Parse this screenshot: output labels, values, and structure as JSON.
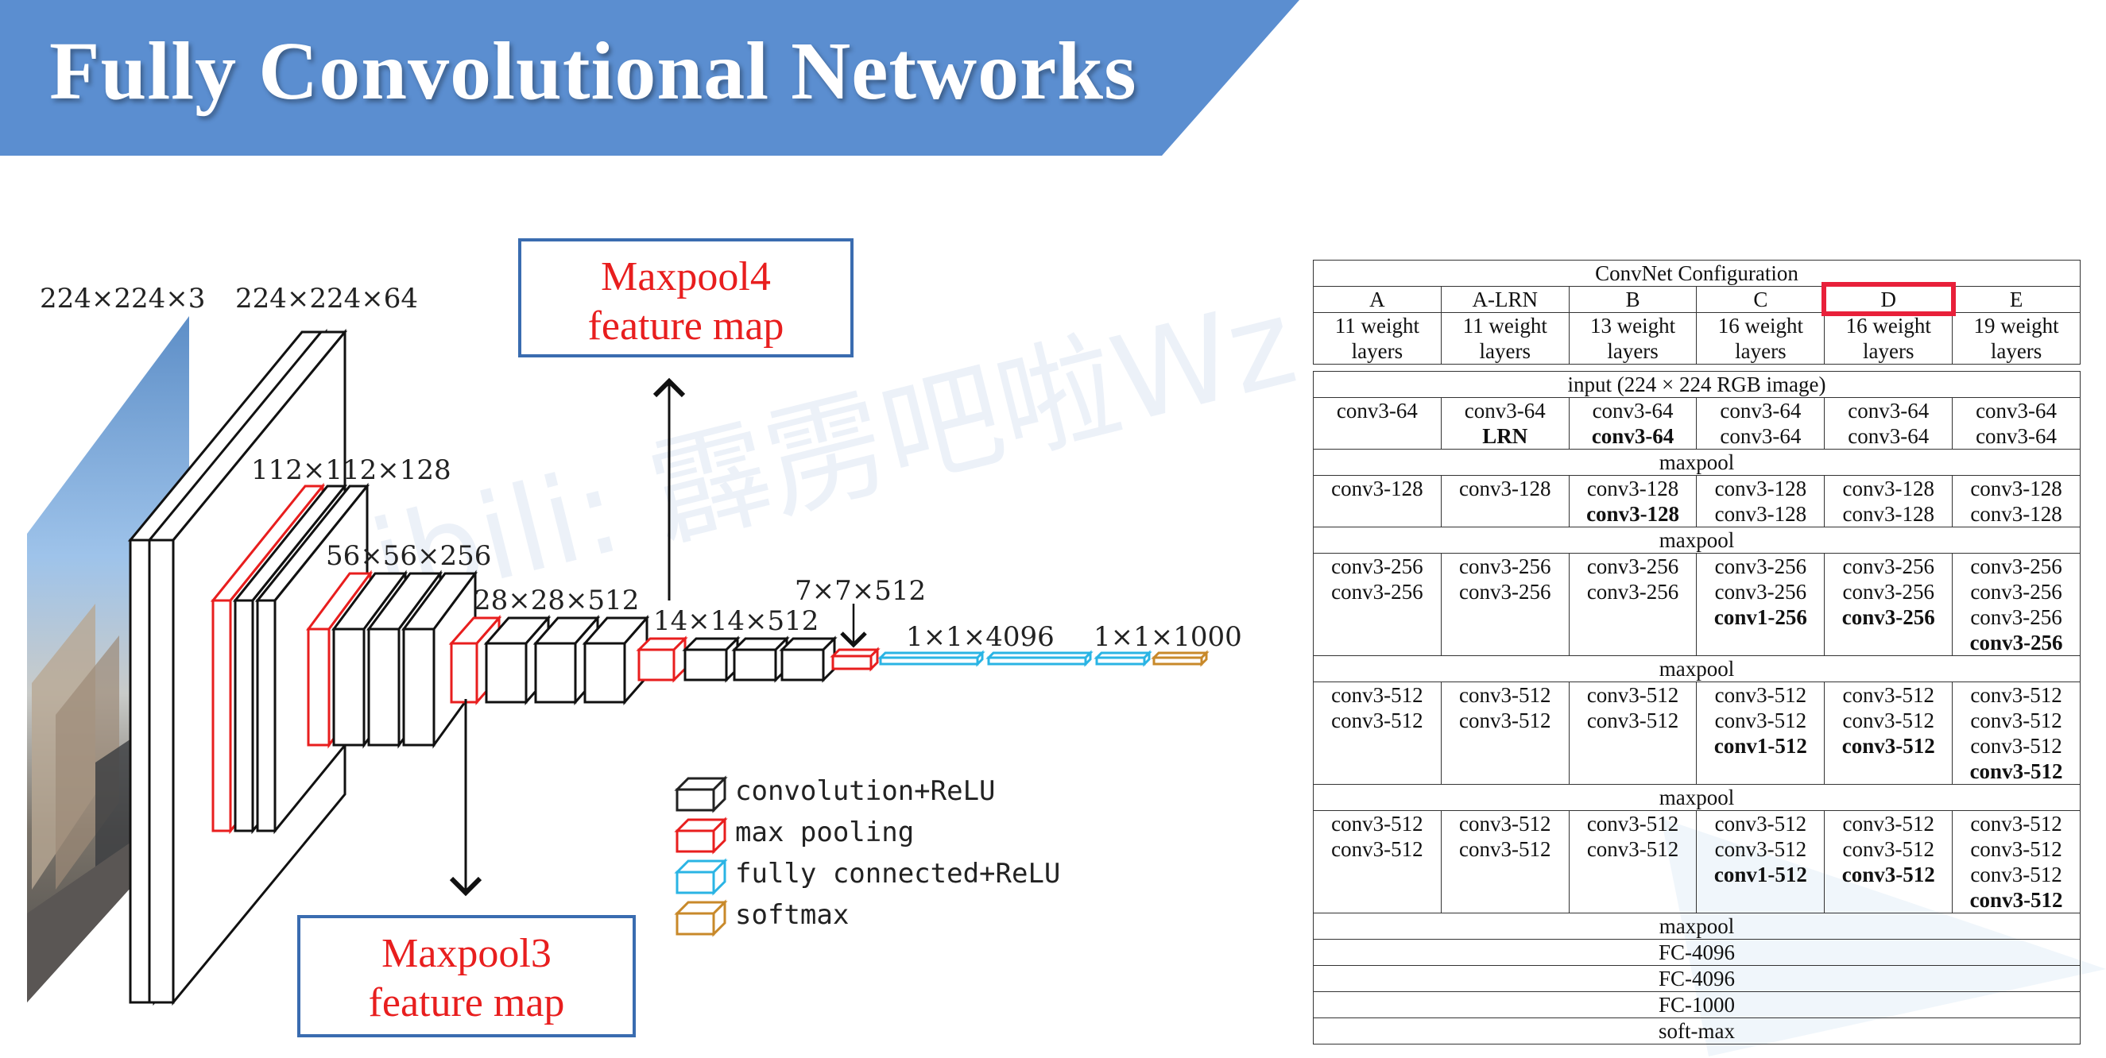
{
  "slide": {
    "title": "Fully Convolutional Networks",
    "accent_color": "#5b8ed0",
    "watermark": "bilibili: 霹雳吧啦Wz"
  },
  "diagram": {
    "dims": {
      "input": "224×224×3",
      "conv1": "224×224×64",
      "conv2": "112×112×128",
      "conv3": "56×56×256",
      "conv4": "28×28×512",
      "conv5": "14×14×512",
      "pool5": "7×7×512",
      "fc": "1×1×4096",
      "softmax": "1×1×1000"
    },
    "callouts": {
      "maxpool4_line1": "Maxpool4",
      "maxpool4_line2": "feature map",
      "maxpool3_line1": "Maxpool3",
      "maxpool3_line2": "feature map"
    },
    "legend": [
      {
        "label": "convolution+ReLU",
        "color": "#222222"
      },
      {
        "label": "max pooling",
        "color": "#e81e1e"
      },
      {
        "label": "fully connected+ReLU",
        "color": "#2ab4e4"
      },
      {
        "label": "softmax",
        "color": "#c8892a"
      }
    ]
  },
  "table": {
    "caption": "ConvNet Configuration",
    "columns": [
      "A",
      "A-LRN",
      "B",
      "C",
      "D",
      "E"
    ],
    "highlighted_column": "D",
    "highlight_color": "#e8203a",
    "depth_line1": [
      "11 weight",
      "11 weight",
      "13 weight",
      "16 weight",
      "16 weight",
      "19 weight"
    ],
    "depth_line2": [
      "layers",
      "layers",
      "layers",
      "layers",
      "layers",
      "layers"
    ],
    "input_row": "input (224 × 224 RGB image)",
    "block1": [
      [
        "conv3-64"
      ],
      [
        "conv3-64",
        "LRN"
      ],
      [
        "conv3-64",
        "conv3-64"
      ],
      [
        "conv3-64",
        "conv3-64"
      ],
      [
        "conv3-64",
        "conv3-64"
      ],
      [
        "conv3-64",
        "conv3-64"
      ]
    ],
    "block1_bold": [
      [],
      [
        1
      ],
      [
        1
      ],
      [],
      [],
      []
    ],
    "pool1": "maxpool",
    "block2": [
      [
        "conv3-128"
      ],
      [
        "conv3-128"
      ],
      [
        "conv3-128",
        "conv3-128"
      ],
      [
        "conv3-128",
        "conv3-128"
      ],
      [
        "conv3-128",
        "conv3-128"
      ],
      [
        "conv3-128",
        "conv3-128"
      ]
    ],
    "block2_bold": [
      [],
      [],
      [
        1
      ],
      [],
      [],
      []
    ],
    "pool2": "maxpool",
    "block3": [
      [
        "conv3-256",
        "conv3-256"
      ],
      [
        "conv3-256",
        "conv3-256"
      ],
      [
        "conv3-256",
        "conv3-256"
      ],
      [
        "conv3-256",
        "conv3-256",
        "conv1-256"
      ],
      [
        "conv3-256",
        "conv3-256",
        "conv3-256"
      ],
      [
        "conv3-256",
        "conv3-256",
        "conv3-256",
        "conv3-256"
      ]
    ],
    "block3_bold": [
      [],
      [],
      [],
      [
        2
      ],
      [
        2
      ],
      [
        3
      ]
    ],
    "pool3": "maxpool",
    "block4": [
      [
        "conv3-512",
        "conv3-512"
      ],
      [
        "conv3-512",
        "conv3-512"
      ],
      [
        "conv3-512",
        "conv3-512"
      ],
      [
        "conv3-512",
        "conv3-512",
        "conv1-512"
      ],
      [
        "conv3-512",
        "conv3-512",
        "conv3-512"
      ],
      [
        "conv3-512",
        "conv3-512",
        "conv3-512",
        "conv3-512"
      ]
    ],
    "block4_bold": [
      [],
      [],
      [],
      [
        2
      ],
      [
        2
      ],
      [
        3
      ]
    ],
    "pool4": "maxpool",
    "block5": [
      [
        "conv3-512",
        "conv3-512"
      ],
      [
        "conv3-512",
        "conv3-512"
      ],
      [
        "conv3-512",
        "conv3-512"
      ],
      [
        "conv3-512",
        "conv3-512",
        "conv1-512"
      ],
      [
        "conv3-512",
        "conv3-512",
        "conv3-512"
      ],
      [
        "conv3-512",
        "conv3-512",
        "conv3-512",
        "conv3-512"
      ]
    ],
    "block5_bold": [
      [],
      [],
      [],
      [
        2
      ],
      [
        2
      ],
      [
        3
      ]
    ],
    "tail": [
      "maxpool",
      "FC-4096",
      "FC-4096",
      "FC-1000",
      "soft-max"
    ]
  }
}
